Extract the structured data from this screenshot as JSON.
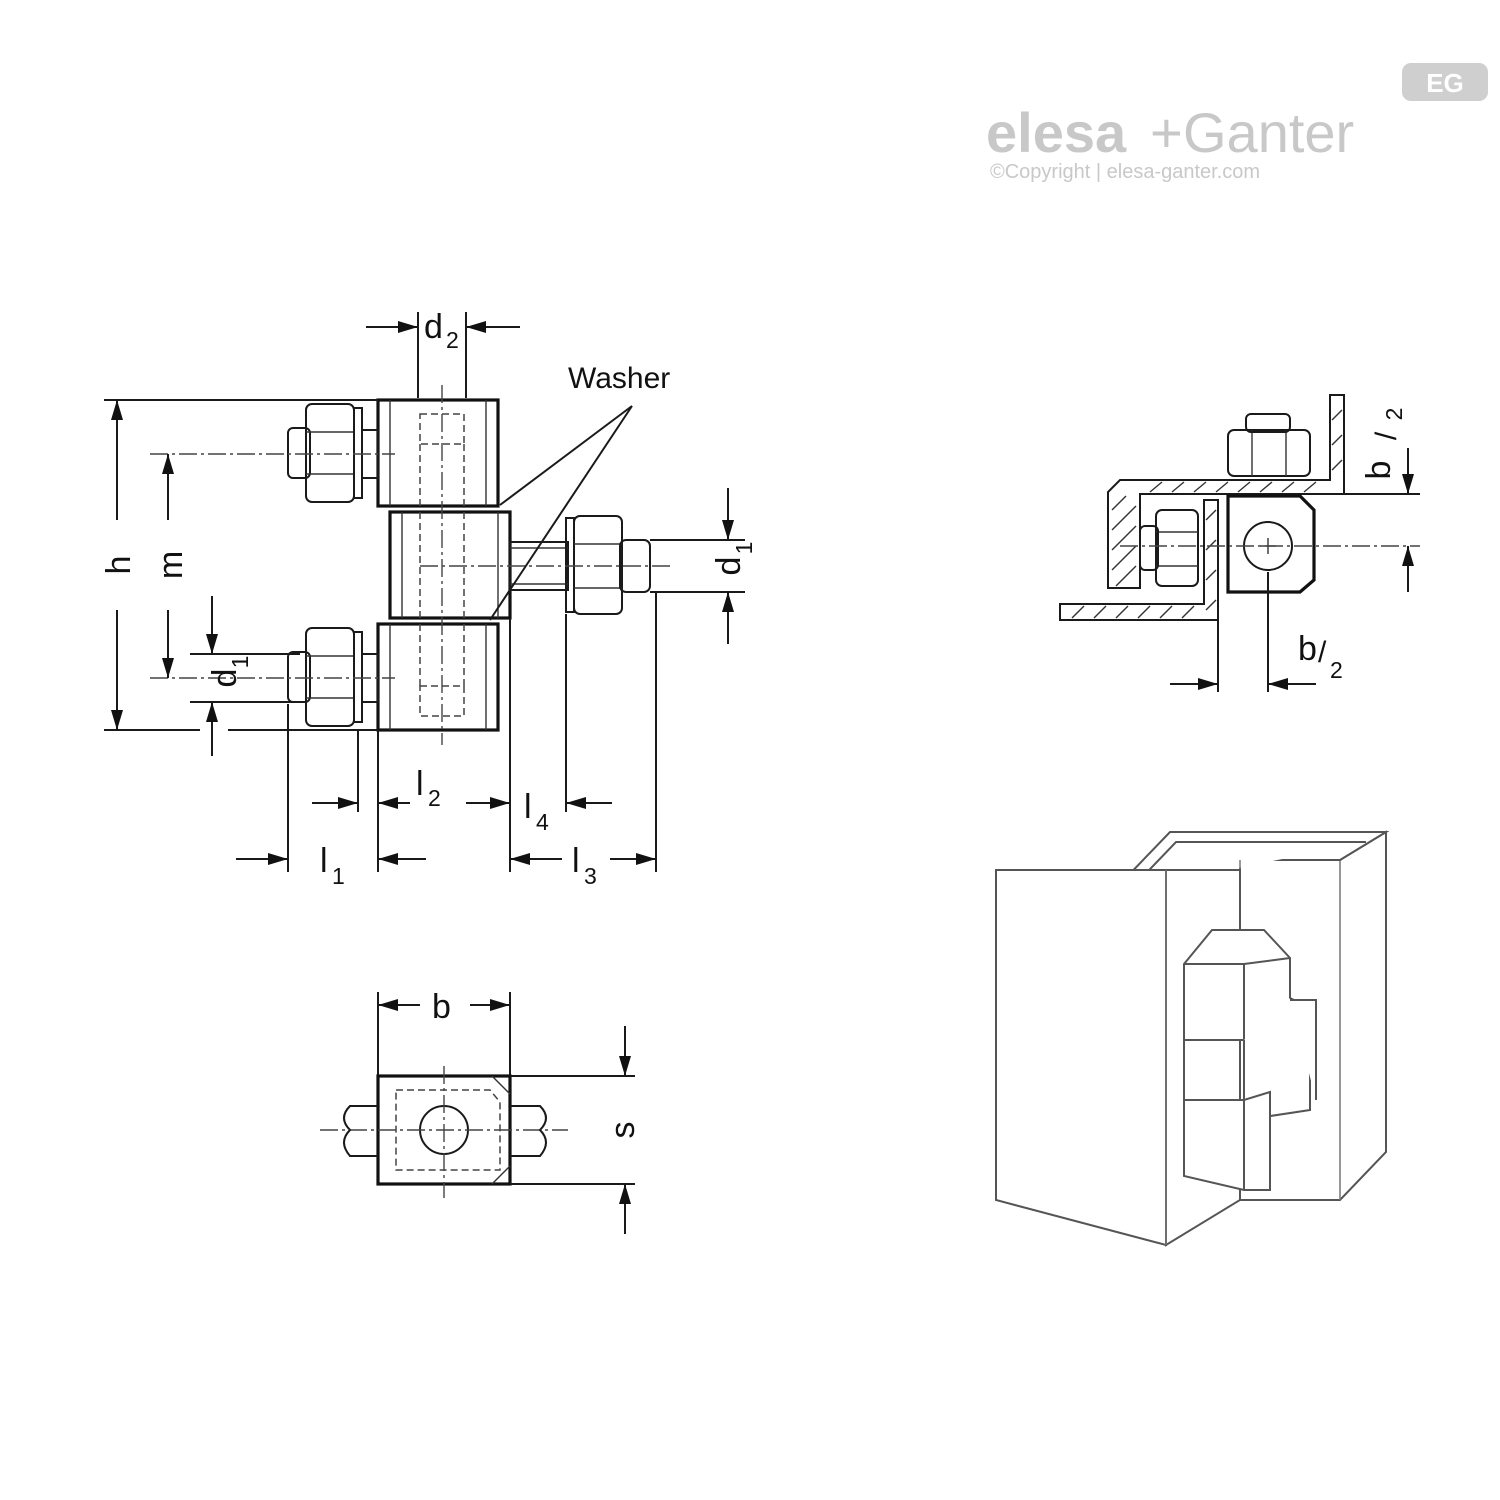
{
  "brand": {
    "logo_text_1": "elesa",
    "logo_plus": "+",
    "logo_text_2": "Ganter",
    "badge": "EG",
    "copyright": "©Copyright | elesa-ganter.com"
  },
  "labels": {
    "washer": "Washer",
    "d": "d",
    "d_sub_1": "1",
    "d_sub_2": "2",
    "h": "h",
    "m": "m",
    "l": "l",
    "l_sub_1": "1",
    "l_sub_2": "2",
    "l_sub_3": "3",
    "l_sub_4": "4",
    "b": "b",
    "s": "s",
    "half_num": "b",
    "half_den": "2"
  }
}
